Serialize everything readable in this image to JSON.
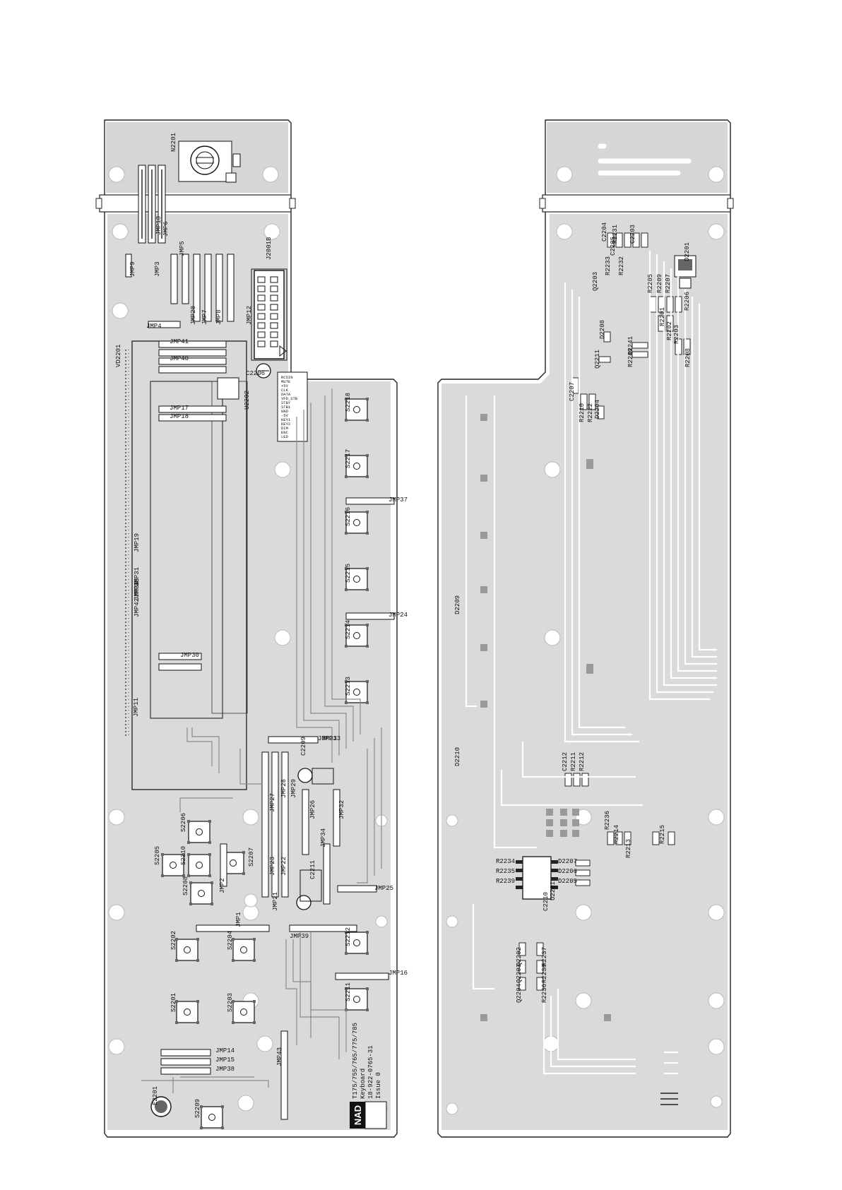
{
  "left_board": {
    "info": {
      "brand": "NAD",
      "models": "T175/755/765/775/785",
      "name": "Keyboard",
      "part_number": "18-922-0765-31",
      "issue": "Issue 0"
    },
    "components": [
      {
        "ref": "N2201"
      },
      {
        "ref": "J2001B"
      },
      {
        "ref": "VD2201"
      },
      {
        "ref": "C2206"
      },
      {
        "ref": "U2202"
      },
      {
        "ref": "C2209"
      },
      {
        "ref": "C2211"
      },
      {
        "ref": "S2218"
      },
      {
        "ref": "S2217"
      },
      {
        "ref": "S2216"
      },
      {
        "ref": "S2215"
      },
      {
        "ref": "S2214"
      },
      {
        "ref": "S2213"
      },
      {
        "ref": "S2212"
      },
      {
        "ref": "S2211"
      },
      {
        "ref": "S2210"
      },
      {
        "ref": "S2209"
      },
      {
        "ref": "S2208"
      },
      {
        "ref": "S2207"
      },
      {
        "ref": "S2206"
      },
      {
        "ref": "S2205"
      },
      {
        "ref": "S2204"
      },
      {
        "ref": "S2203"
      },
      {
        "ref": "S2202"
      },
      {
        "ref": "S2201"
      },
      {
        "ref": "JMP1"
      },
      {
        "ref": "JMP2"
      },
      {
        "ref": "JMP3"
      },
      {
        "ref": "JMP4"
      },
      {
        "ref": "JMP5"
      },
      {
        "ref": "JMP6"
      },
      {
        "ref": "JMP7"
      },
      {
        "ref": "JMP8"
      },
      {
        "ref": "JMP9"
      },
      {
        "ref": "JMP10"
      },
      {
        "ref": "JMP11"
      },
      {
        "ref": "JMP12"
      },
      {
        "ref": "JMP13"
      },
      {
        "ref": "JMP14"
      },
      {
        "ref": "JMP15"
      },
      {
        "ref": "JMP16"
      },
      {
        "ref": "JMP17"
      },
      {
        "ref": "JMP18"
      },
      {
        "ref": "JMP19"
      },
      {
        "ref": "JMP20"
      },
      {
        "ref": "JMP21"
      },
      {
        "ref": "JMP22"
      },
      {
        "ref": "JMP23"
      },
      {
        "ref": "JMP24"
      },
      {
        "ref": "JMP25"
      },
      {
        "ref": "JMP26"
      },
      {
        "ref": "JMP27"
      },
      {
        "ref": "JMP28"
      },
      {
        "ref": "JMP29"
      },
      {
        "ref": "JMP30"
      },
      {
        "ref": "JMP31"
      },
      {
        "ref": "JMP32"
      },
      {
        "ref": "JMP33"
      },
      {
        "ref": "JMP34"
      },
      {
        "ref": "JMP35"
      },
      {
        "ref": "JMP36"
      },
      {
        "ref": "JMP37"
      },
      {
        "ref": "JMP38"
      },
      {
        "ref": "JMP39"
      },
      {
        "ref": "JMP40"
      },
      {
        "ref": "JMP41"
      },
      {
        "ref": "JMP42"
      },
      {
        "ref": "JMP43"
      },
      {
        "ref": "E2201"
      }
    ],
    "connector_pins": [
      "RC5IN",
      "MUTE",
      "+5V",
      "CLK",
      "DATA",
      "VFD_STB",
      "STBY",
      "STB1",
      "GND",
      "-5V",
      "KEY1",
      "KEY2",
      "DIM",
      "ENC",
      "LED"
    ]
  },
  "right_board": {
    "components": [
      {
        "ref": "C2204"
      },
      {
        "ref": "R2231"
      },
      {
        "ref": "R2232"
      },
      {
        "ref": "R2233"
      },
      {
        "ref": "C2203"
      },
      {
        "ref": "C2205"
      },
      {
        "ref": "D2201"
      },
      {
        "ref": "R2206"
      },
      {
        "ref": "R2205"
      },
      {
        "ref": "R2209"
      },
      {
        "ref": "R2207"
      },
      {
        "ref": "R2201"
      },
      {
        "ref": "R2202"
      },
      {
        "ref": "R2203"
      },
      {
        "ref": "R2208"
      },
      {
        "ref": "R2240"
      },
      {
        "ref": "R2241"
      },
      {
        "ref": "D2208"
      },
      {
        "ref": "Q2211"
      },
      {
        "ref": "Q2203"
      },
      {
        "ref": "C2207"
      },
      {
        "ref": "R2210"
      },
      {
        "ref": "R2222"
      },
      {
        "ref": "D2204"
      },
      {
        "ref": "D2209"
      },
      {
        "ref": "D2210"
      },
      {
        "ref": "C2212"
      },
      {
        "ref": "R2211"
      },
      {
        "ref": "R2212"
      },
      {
        "ref": "R2236"
      },
      {
        "ref": "R2214"
      },
      {
        "ref": "R2213"
      },
      {
        "ref": "R2215"
      },
      {
        "ref": "D2207"
      },
      {
        "ref": "D2206"
      },
      {
        "ref": "D2205"
      },
      {
        "ref": "R2234"
      },
      {
        "ref": "R2235"
      },
      {
        "ref": "R2239"
      },
      {
        "ref": "U2201"
      },
      {
        "ref": "C2210"
      },
      {
        "ref": "Q2202"
      },
      {
        "ref": "Q2203"
      },
      {
        "ref": "Q2204"
      },
      {
        "ref": "R2237"
      },
      {
        "ref": "R2238"
      },
      {
        "ref": "R2236"
      }
    ]
  }
}
